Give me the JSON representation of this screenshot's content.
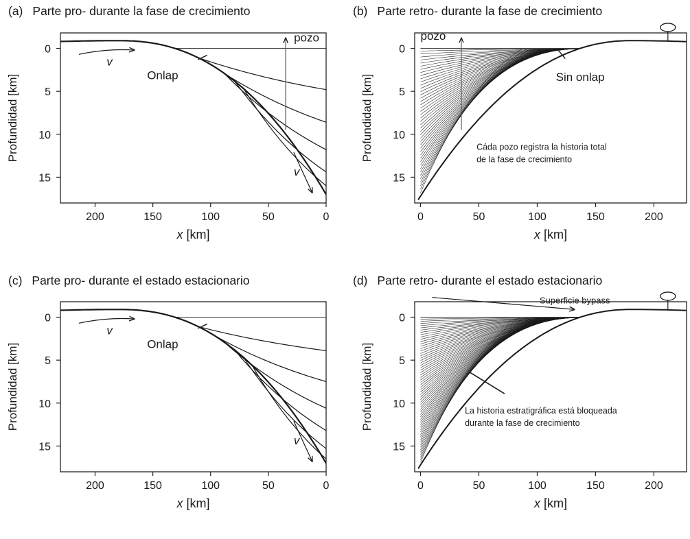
{
  "chart_data": [
    {
      "id": "a",
      "tag": "(a)",
      "type": "line",
      "title": "Parte pro- durante la fase de crecimiento",
      "xlabel_var": "x",
      "xlabel_unit": " [km]",
      "ylabel": "Profundidad [km]",
      "xlim": [
        230,
        0
      ],
      "ylim": [
        -1.8,
        18
      ],
      "x_reversed": true,
      "y_inverted": true,
      "xticks": [
        200,
        150,
        100,
        50,
        0
      ],
      "yticks": [
        0,
        5,
        10,
        15
      ],
      "variant": "pro",
      "baseline_to": 0,
      "pro_levels": [
        0,
        4.8,
        8.6,
        11.8,
        14.4,
        16.0
      ],
      "annotations": {
        "v_top": "v",
        "v_bottom": "v",
        "onlap": "Onlap",
        "pozo": "pozo"
      },
      "well_x": 35
    },
    {
      "id": "b",
      "tag": "(b)",
      "type": "line",
      "title": "Parte retro- durante la fase de crecimiento",
      "xlabel_var": "x",
      "xlabel_unit": " [km]",
      "ylabel": "Profundidad [km]",
      "xlim": [
        -5,
        228
      ],
      "ylim": [
        -1.8,
        18
      ],
      "x_reversed": false,
      "y_inverted": true,
      "xticks": [
        0,
        50,
        100,
        150,
        200
      ],
      "yticks": [
        0,
        5,
        10,
        15
      ],
      "variant": "retro",
      "n_layers": 44,
      "annotations": {
        "pozo": "pozo",
        "sin_onlap": "Sin onlap",
        "note_1": "Cáda pozo registra la historia total",
        "note_2": "de la fase de crecimiento"
      },
      "well_x": 35
    },
    {
      "id": "c",
      "tag": "(c)",
      "type": "line",
      "title": "Parte pro- durante el estado estacionario",
      "xlabel_var": "x",
      "xlabel_unit": " [km]",
      "ylabel": "Profundidad [km]",
      "xlim": [
        230,
        0
      ],
      "ylim": [
        -1.8,
        18
      ],
      "x_reversed": true,
      "y_inverted": true,
      "xticks": [
        200,
        150,
        100,
        50,
        0
      ],
      "yticks": [
        0,
        5,
        10,
        15
      ],
      "variant": "pro",
      "baseline_to": 0,
      "pro_levels": [
        0,
        3.9,
        7.5,
        10.6,
        13.2,
        15.3,
        16.5
      ],
      "annotations": {
        "v_top": "v",
        "v_bottom": "v",
        "onlap": "Onlap"
      }
    },
    {
      "id": "d",
      "tag": "(d)",
      "type": "line",
      "title": "Parte retro- durante el estado estacionario",
      "xlabel_var": "x",
      "xlabel_unit": " [km]",
      "ylabel": "Profundidad [km]",
      "xlim": [
        -5,
        228
      ],
      "ylim": [
        -1.8,
        18
      ],
      "x_reversed": false,
      "y_inverted": true,
      "xticks": [
        0,
        50,
        100,
        150,
        200
      ],
      "yticks": [
        0,
        5,
        10,
        15
      ],
      "variant": "retro",
      "n_layers": 60,
      "annotations": {
        "bypass": "Superficie bypass",
        "note_1": "La historia estratigráfica está bloqueada",
        "note_2": "durante la fase de crecimiento"
      }
    }
  ],
  "colors": {
    "line": "#1a1a1a",
    "frame": "#222222",
    "arrow": "#555555",
    "axis_zero": "#444444"
  }
}
